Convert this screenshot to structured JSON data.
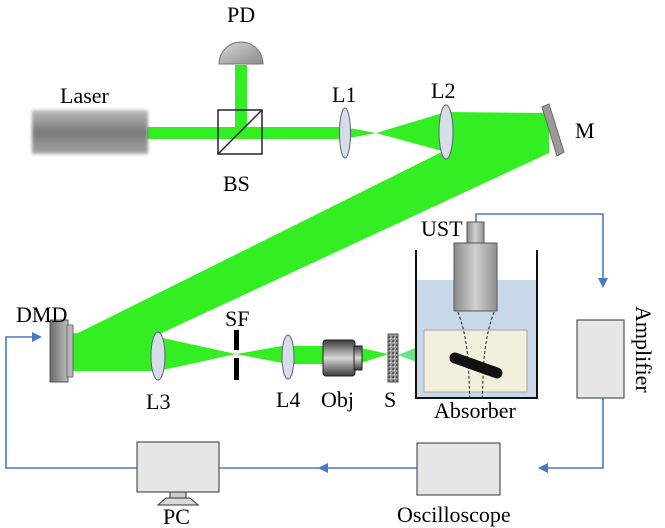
{
  "labels": {
    "pd": "PD",
    "laser": "Laser",
    "l1": "L1",
    "l2": "L2",
    "m": "M",
    "bs": "BS",
    "ust": "UST",
    "dmd": "DMD",
    "sf": "SF",
    "amplifier": "Amplifier",
    "l3": "L3",
    "l4": "L4",
    "obj": "Obj",
    "s": "S",
    "absorber": "Absorber",
    "pc": "PC",
    "oscilloscope": "Oscilloscope"
  },
  "colors": {
    "beam": "#33ee22",
    "beam_translucent": "#55dd77",
    "wire": "#4a78c8",
    "lens_fill": "#d6dde6",
    "box_fill": "#e6e6e6",
    "water": "#c9d9ea",
    "gel": "#f2efdc"
  }
}
